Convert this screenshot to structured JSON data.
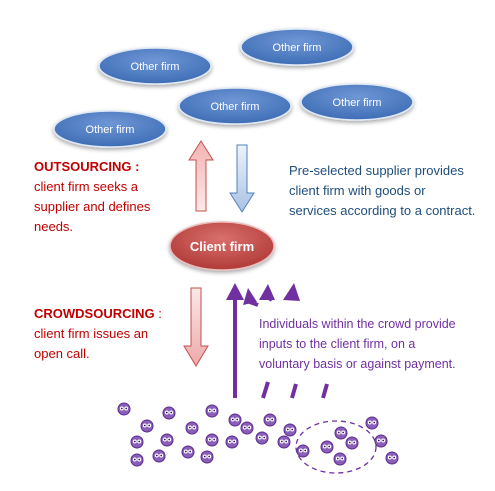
{
  "firms": {
    "other_firm_label": "Other firm",
    "client_firm_label": "Client firm"
  },
  "outsourcing": {
    "heading": "OUTSOURCING :",
    "lines": [
      "client firm seeks a",
      "supplier and defines",
      "needs."
    ]
  },
  "supplier_note": {
    "lines": [
      "Pre-selected supplier provides",
      "client firm with goods or",
      "services according to a contract."
    ]
  },
  "crowdsourcing": {
    "heading": "CROWDSOURCING",
    "heading_suffix": " :",
    "lines": [
      "client firm issues an",
      "open call."
    ]
  },
  "crowd_note": {
    "lines": [
      "Individuals within the crowd provide",
      "inputs to the client firm, on a",
      "voluntary basis or against payment."
    ]
  },
  "colors": {
    "firm_blue": "#4a78c0",
    "client_red": "#c0504d",
    "outsourcing_red": "#c00000",
    "supplier_blue": "#1f4e79",
    "crowd_purple": "#7030a0"
  },
  "crowd": {
    "member_count": 27,
    "group_count": 4
  }
}
